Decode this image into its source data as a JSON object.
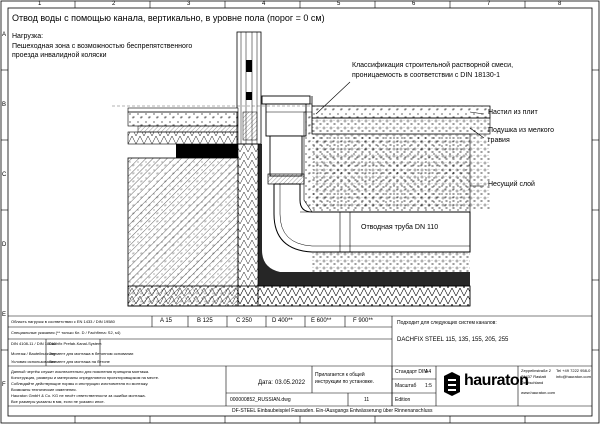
{
  "sheet": {
    "title": "Отвод воды с помощью канала, вертикально, в уровне пола (порог = 0 см)",
    "load_heading": "Нагрузка:",
    "load_text_1": "Пешеходная зона с возможностью беспрепятственного",
    "load_text_2": "проезда инвалидной коляски"
  },
  "callouts": {
    "mortar_1": "Классификация строительной растворной смеси,",
    "mortar_2": "проницаемость в соответствии с DIN 18130-1",
    "tile": "Настил из плит",
    "gravel_1": "Подушка из мелкого",
    "gravel_2": "гравия",
    "base": "Несущий слой",
    "pipe": "Отводная труба DN 110"
  },
  "border": {
    "cols": [
      "1",
      "2",
      "3",
      "4",
      "5",
      "6",
      "7",
      "8"
    ],
    "rows": [
      "A",
      "B",
      "C",
      "D",
      "E",
      "F"
    ]
  },
  "titleblock": {
    "norm_label": "Область нагрузок в соответствии с EN 1433 / DIN 19580",
    "classes": [
      "A 15",
      "B 125",
      "C 250",
      "D 400**",
      "E 600**",
      "F 900**"
    ],
    "product_heading": "Подходит для следующих систем каналов:",
    "product_list": "DACHFIX STEEL 115, 135, 155, 205, 255",
    "row2_text": "Специальные указания (** только Кл. D / Fachfirma: S2, s4)",
    "left_small_1": "DIN 4108-11 / DIN 18040",
    "left_small_2": "Монтаж / Bauteilnutzung",
    "left_small_3": "Условия использования",
    "mid_small_1": "Dachfix Prefab-Kanal-System",
    "mid_small_2": "Элемент для монтажа в бетонном основании",
    "mid_small_3": "Элемент для монтажа на бетоне",
    "note_1": "Данный чертёж служит исключительно для пояснения принципа монтажа.",
    "note_2": "Конструкция, размеры и материалы определяются проектировщиком на месте.",
    "note_3": "Соблюдайте действующие нормы и инструкции изготовителя по монтажу.",
    "note_4": "Возможны технические изменения.",
    "note_5": "Hauraton GmbH & Co. KG не несёт ответственности за ошибки монтажа.",
    "note_6": "Все размеры указаны в мм, если не указано иное.",
    "date_label": "Дата:",
    "date_value": "03.05.2022",
    "install_1": "Прилагается к общей",
    "install_2": "инструкции по установке.",
    "std_label": "Стандарт DIN",
    "std_value": "A4",
    "scale_label": "Масштаб",
    "scale_value": "1:5",
    "file_name": "000000852_RUSSIAN.dwg",
    "page_no": "11",
    "edition": "Edition",
    "footer": "DF-STEEL Einbaubeispiel Fassaden. Ein-/Ausgangs Entwässerung über Rinnenanschluss",
    "company": "hauraton",
    "addr_1": "Zeppelinstraße 2",
    "addr_2": "76437 Rastatt",
    "addr_3": "Deutschland",
    "phone": "Tel +49 7222 958-0",
    "email": "info@hauraton.com",
    "web": "www.hauraton.com"
  }
}
